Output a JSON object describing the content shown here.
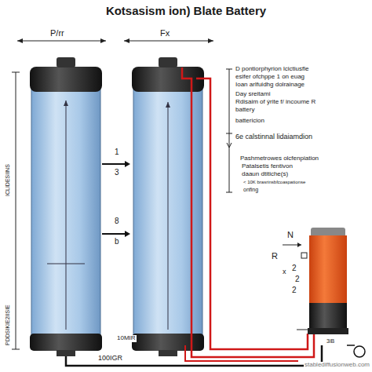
{
  "diagram": {
    "title": "Kotsasism ion) Blate Battery",
    "labels": [
      "P/rr",
      "Fx",
      "D pontiorphyrion lcictiusfle",
      "esifer ofchppe 1 on euag",
      "Ioan arlfuidhg dolrainage",
      "Day sreitami",
      "Rdisaim of ýrite f/ incoume R",
      "battery",
      "battericion",
      "6e calstinnal lidaiamdion",
      "Pashmetrowes olcfenpiation",
      "Patalsetis fentivon",
      "daaun dtitiche(s)",
      "< 10K brasrinsbfcoaspationse",
      "onfing",
      "1",
      "3",
      "8",
      "b",
      "ICLIDESIINS",
      "PDDSIKIE2IISIE",
      "10MIR",
      "100IGR",
      "N",
      "R",
      "2",
      "x",
      "2",
      "2",
      "3iB",
      "stablediffusionweb.com"
    ]
  }
}
